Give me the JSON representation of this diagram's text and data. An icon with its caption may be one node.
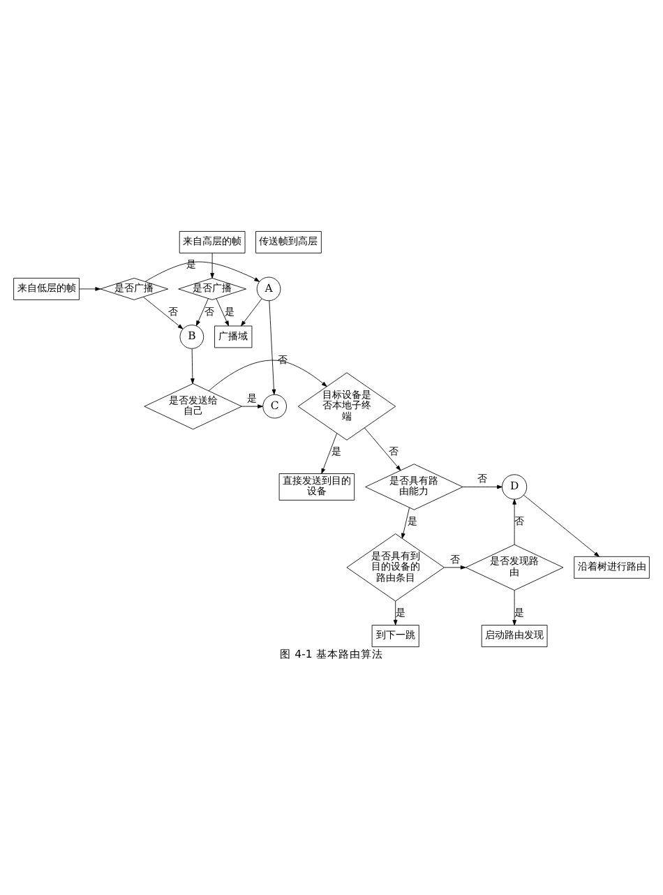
{
  "diagram": {
    "caption": "图 4-1 基本路由算法",
    "nodes": [
      {
        "text": [
          "来自高层的帧"
        ]
      },
      {
        "text": [
          "是否广播"
        ]
      },
      {
        "text": [
          "广播域"
        ]
      },
      {
        "text": [
          "来自低层的帧"
        ]
      },
      {
        "text": [
          "是否广播"
        ]
      },
      {
        "text": [
          "A"
        ]
      },
      {
        "text": [
          "直接发送到目的设备"
        ]
      },
      {
        "text": [
          "B"
        ]
      },
      {
        "text": [
          "目标设备是否本地子终端"
        ]
      },
      {
        "text": [
          "是否发送给自己"
        ]
      },
      {
        "text": [
          "C"
        ]
      },
      {
        "text": [
          "传送帧到高层"
        ]
      },
      {
        "text": [
          "是否具有路由能力"
        ]
      },
      {
        "text": [
          "D"
        ]
      },
      {
        "text": [
          "沿着树进行路由"
        ]
      },
      {
        "text": [
          "是否具有到目的设备的路由条目"
        ]
      },
      {
        "text": [
          "是否发现路由"
        ]
      },
      {
        "text": [
          "到下一跳"
        ]
      },
      {
        "text": [
          "启动路由发现"
        ]
      }
    ],
    "edges": [
      {
        "from": 0,
        "to": 1,
        "arrow": "to"
      },
      {
        "from": 1,
        "to": 2,
        "arrow": "to",
        "label": "是"
      },
      {
        "from": 1,
        "to": 7,
        "arrow": "to",
        "label": "否"
      },
      {
        "from": 3,
        "to": 4,
        "arrow": "to"
      },
      {
        "from": 4,
        "to": 5,
        "arrow": "to",
        "label": "是"
      },
      {
        "from": 4,
        "to": 7,
        "arrow": "to",
        "label": "否"
      },
      {
        "from": 5,
        "to": 2,
        "arrow": "to"
      },
      {
        "from": 5,
        "to": 10,
        "arrow": "to"
      },
      {
        "from": 7,
        "to": 9,
        "arrow": "to"
      },
      {
        "from": 8,
        "to": 6,
        "arrow": "to",
        "label": "是"
      },
      {
        "from": 8,
        "to": 12,
        "arrow": "to",
        "label": "否"
      },
      {
        "from": 9,
        "to": 8,
        "arrow": "to",
        "label": "否"
      },
      {
        "from": 9,
        "to": 10,
        "arrow": "to",
        "label": "是"
      },
      {
        "from": 12,
        "to": 13,
        "arrow": "to",
        "label": "否"
      },
      {
        "from": 12,
        "to": 15,
        "arrow": "to",
        "label": "是"
      },
      {
        "from": 13,
        "to": 14,
        "arrow": "to"
      },
      {
        "from": 15,
        "to": 16,
        "arrow": "to",
        "label": "否"
      },
      {
        "from": 15,
        "to": 17,
        "arrow": "to",
        "label": "是"
      },
      {
        "from": 16,
        "to": 13,
        "arrow": "to",
        "label": "否"
      },
      {
        "from": 16,
        "to": 18,
        "arrow": "to",
        "label": "是"
      }
    ]
  }
}
